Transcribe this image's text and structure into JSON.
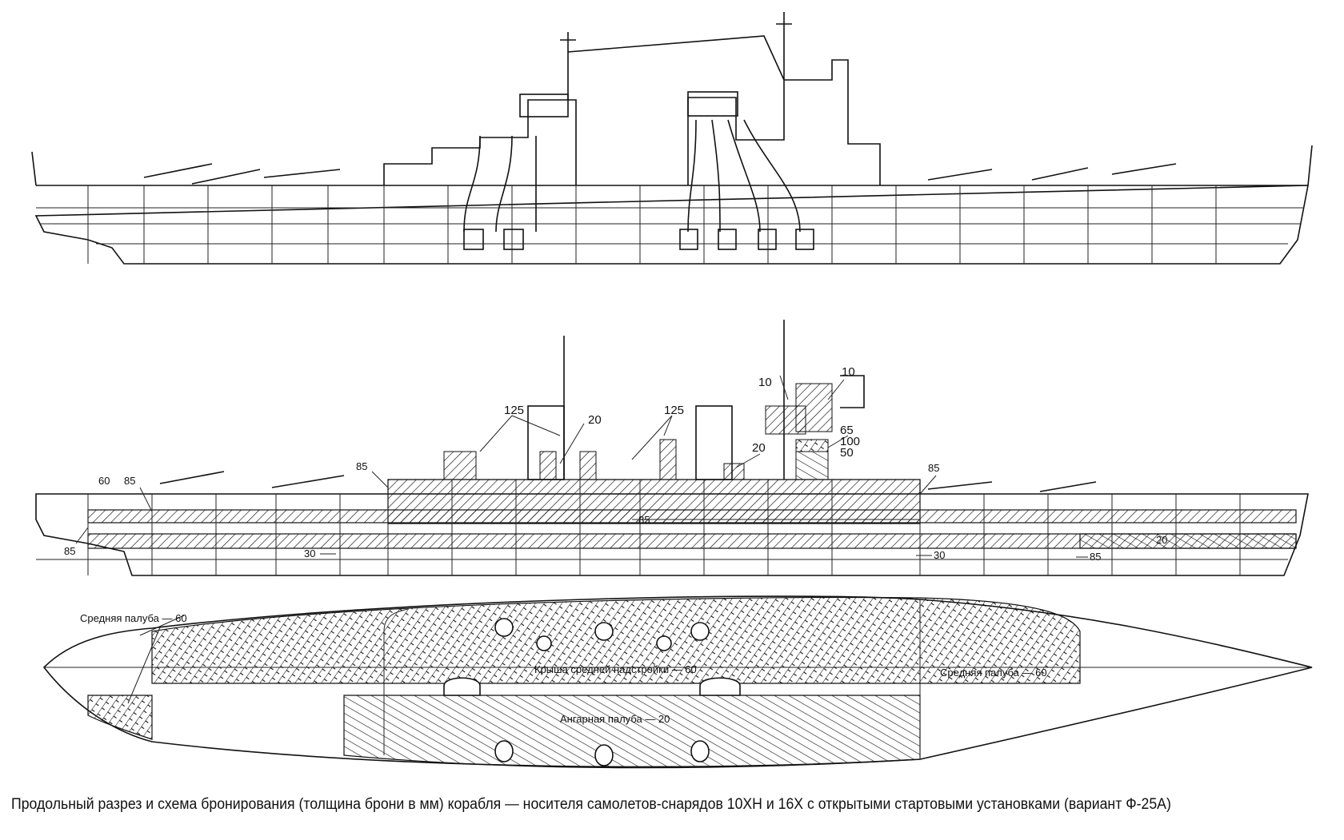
{
  "caption": "Продольный разрез и схема бронирования (толщина брони в мм)  корабля — носителя самолетов-снарядов 10ХН и 16Х с открытыми стартовыми установками (вариант Ф-25А)",
  "armor_labels": {
    "l125a": "125",
    "l125b": "125",
    "l20a": "20",
    "l20b": "20",
    "l10a": "10",
    "l10b": "10",
    "l65": "65",
    "l100": "100",
    "l50": "50",
    "l85a": "85",
    "l85b": "85",
    "l85c": "85",
    "l85d": "85",
    "l85e": "85",
    "l85f": "85",
    "l60": "60",
    "l30a": "30",
    "l30b": "30",
    "l20c": "20"
  },
  "deck_labels": {
    "mid_deck_left": "Средняя палуба — 60",
    "superstructure_roof": "Крыша средней надстройки — 60",
    "mid_deck_right": "Средняя палуба — 60",
    "hangar_deck": "Ангарная палуба — 20"
  }
}
